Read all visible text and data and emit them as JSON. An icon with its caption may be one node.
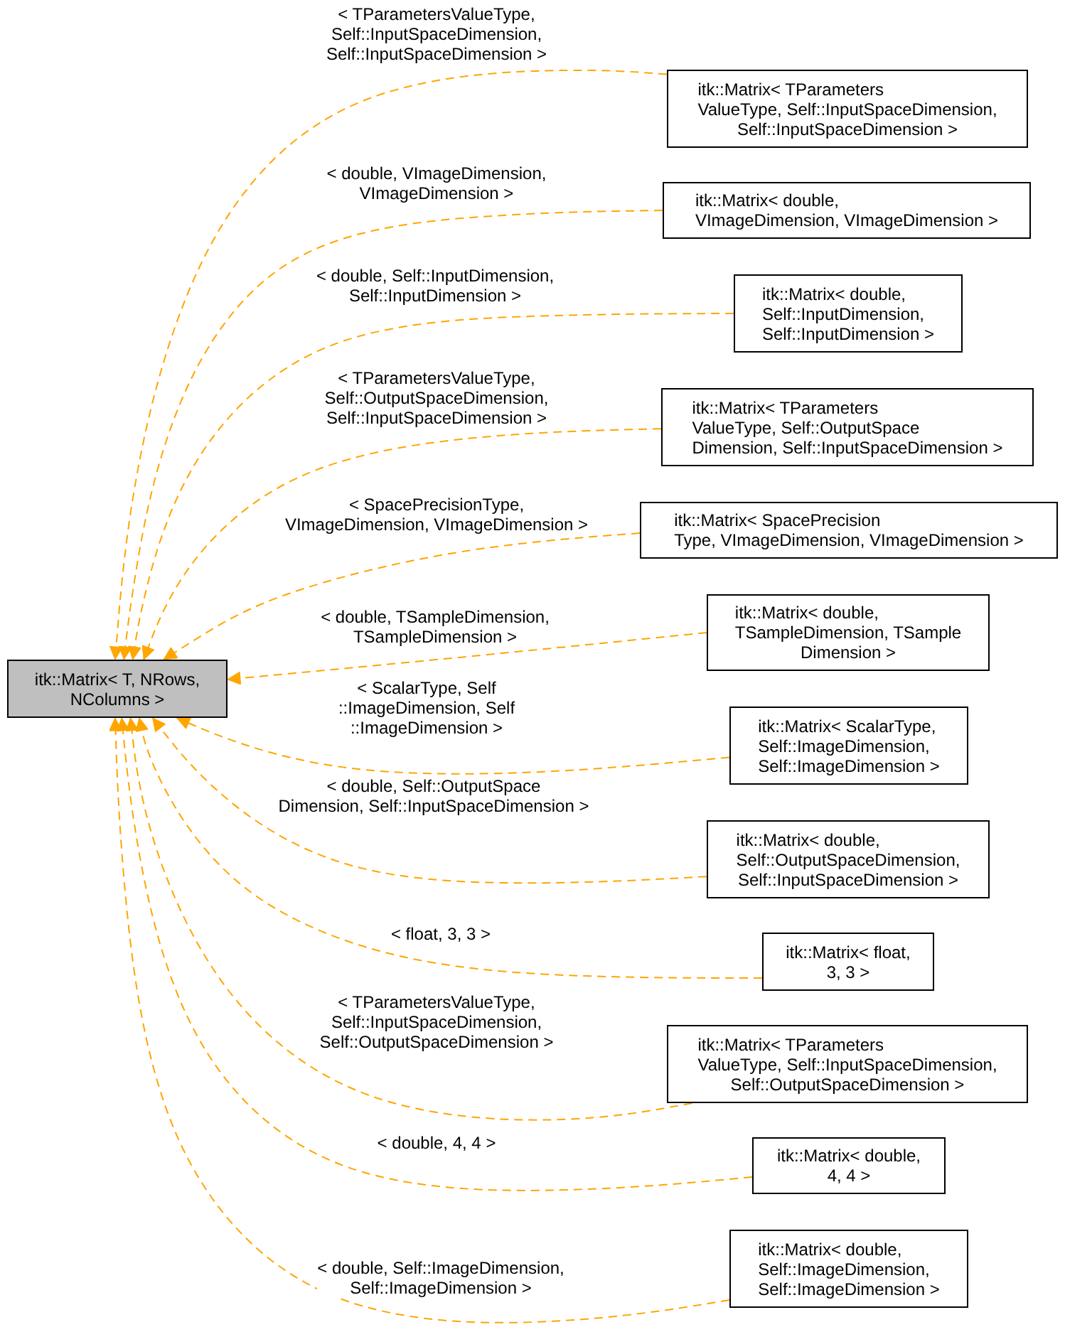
{
  "diagram": {
    "nodes": [
      {
        "text": [
          "itk::Matrix< T, NRows, NColumns >"
        ]
      },
      {
        "text": [
          "itk::Matrix< TParameters ValueType, Self::InputSpaceDimension, Self::InputSpaceDimension >"
        ]
      },
      {
        "text": [
          "itk::Matrix< double, VImageDimension, VImageDimension >"
        ]
      },
      {
        "text": [
          "itk::Matrix< double, Self::InputDimension, Self::InputDimension >"
        ]
      },
      {
        "text": [
          "itk::Matrix< TParameters ValueType, Self::OutputSpace Dimension, Self::InputSpaceDimension >"
        ]
      },
      {
        "text": [
          "itk::Matrix< SpacePrecision Type, VImageDimension, VImageDimension >"
        ]
      },
      {
        "text": [
          "itk::Matrix< double, TSampleDimension, TSample Dimension >"
        ]
      },
      {
        "text": [
          "itk::Matrix< ScalarType, Self::ImageDimension, Self::ImageDimension >"
        ]
      },
      {
        "text": [
          "itk::Matrix< double, Self::OutputSpaceDimension, Self::InputSpaceDimension >"
        ]
      },
      {
        "text": [
          "itk::Matrix< float, 3, 3 >"
        ]
      },
      {
        "text": [
          "itk::Matrix< TParameters ValueType, Self::InputSpaceDimension, Self::OutputSpaceDimension >"
        ]
      },
      {
        "text": [
          "itk::Matrix< double, 4, 4 >"
        ]
      },
      {
        "text": [
          "itk::Matrix< double, Self::ImageDimension, Self::ImageDimension >"
        ]
      }
    ],
    "edges": [
      {
        "from": 1,
        "to": 0,
        "arrow": "to",
        "style": "dashed",
        "label": "< TParametersValueType, Self::InputSpaceDimension, Self::InputSpaceDimension >"
      },
      {
        "from": 2,
        "to": 0,
        "arrow": "to",
        "style": "dashed",
        "label": "< double, VImageDimension, VImageDimension >"
      },
      {
        "from": 3,
        "to": 0,
        "arrow": "to",
        "style": "dashed",
        "label": "< double, Self::InputDimension, Self::InputDimension >"
      },
      {
        "from": 4,
        "to": 0,
        "arrow": "to",
        "style": "dashed",
        "label": "< TParametersValueType, Self::OutputSpaceDimension, Self::InputSpaceDimension >"
      },
      {
        "from": 5,
        "to": 0,
        "arrow": "to",
        "style": "dashed",
        "label": "< SpacePrecisionType, VImageDimension, VImageDimension >"
      },
      {
        "from": 6,
        "to": 0,
        "arrow": "to",
        "style": "dashed",
        "label": "< double, TSampleDimension, TSampleDimension >"
      },
      {
        "from": 7,
        "to": 0,
        "arrow": "to",
        "style": "dashed",
        "label": "< ScalarType, Self ::ImageDimension, Self ::ImageDimension >"
      },
      {
        "from": 8,
        "to": 0,
        "arrow": "to",
        "style": "dashed",
        "label": "< double, Self::OutputSpace Dimension, Self::InputSpaceDimension >"
      },
      {
        "from": 9,
        "to": 0,
        "arrow": "to",
        "style": "dashed",
        "label": "< float, 3, 3 >"
      },
      {
        "from": 10,
        "to": 0,
        "arrow": "to",
        "style": "dashed",
        "label": "< TParametersValueType, Self::InputSpaceDimension, Self::OutputSpaceDimension >"
      },
      {
        "from": 11,
        "to": 0,
        "arrow": "to",
        "style": "dashed",
        "label": "< double, 4, 4 >"
      },
      {
        "from": 12,
        "to": 0,
        "arrow": "to",
        "style": "dashed",
        "label": "< double, Self::ImageDimension, Self::ImageDimension >"
      }
    ]
  }
}
